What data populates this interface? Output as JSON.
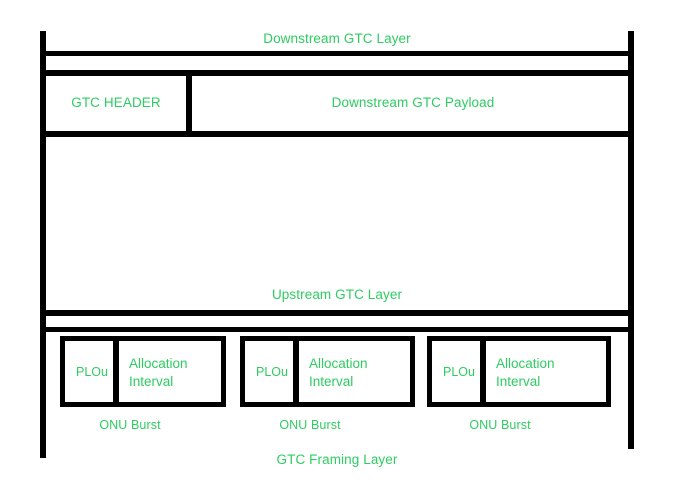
{
  "diagram": {
    "title_bottom": "GTC Framing Layer",
    "colors": {
      "text_green": "#2ecc62",
      "line_black": "#000000",
      "background": "#ffffff"
    },
    "downstream": {
      "layer_label": "Downstream GTC Layer",
      "header_label": "GTC HEADER",
      "payload_label": "Downstream GTC Payload"
    },
    "upstream": {
      "layer_label": "Upstream GTC Layer"
    },
    "bursts": [
      {
        "plou_label": "PLOu",
        "allocation_label": "Allocation\nInterval",
        "caption": "ONU Burst"
      },
      {
        "plou_label": "PLOu",
        "allocation_label": "Allocation\nInterval",
        "caption": "ONU Burst"
      },
      {
        "plou_label": "PLOu",
        "allocation_label": "Allocation\nInterval",
        "caption": "ONU Burst"
      }
    ]
  }
}
